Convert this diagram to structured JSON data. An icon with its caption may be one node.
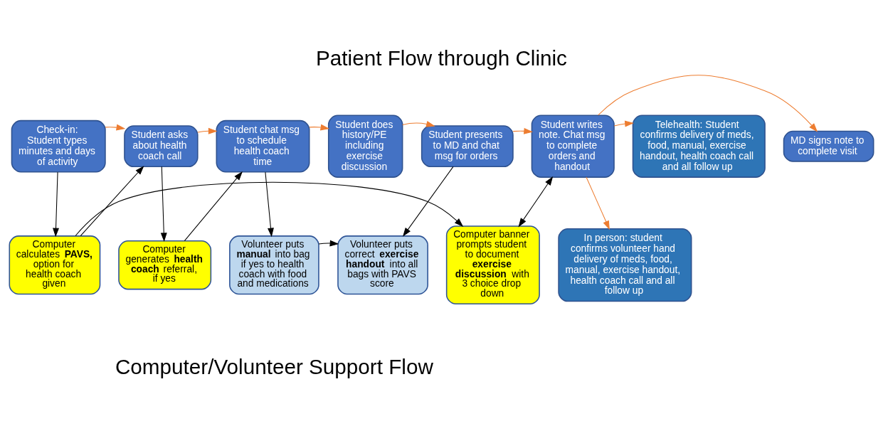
{
  "diagram": {
    "title": "Patient Flow through Clinic",
    "caption": "Computer/Volunteer Support Flow",
    "nodes": [
      {
        "text": [
          "Check-in: Student types minutes and days of activity"
        ]
      },
      {
        "text": [
          "Student asks about health coach call"
        ]
      },
      {
        "text": [
          "Student chat msg to schedule health coach time"
        ]
      },
      {
        "text": [
          "Student does history/PE including exercise discussion"
        ]
      },
      {
        "text": [
          "Student presents to MD and chat msg for orders"
        ]
      },
      {
        "text": [
          "Student writes note. Chat msg to complete orders and handout"
        ]
      },
      {
        "text": [
          "Telehealth: Student confirms delivery of meds, food, manual, exercise handout, health coach call and all follow up"
        ]
      },
      {
        "text": [
          "MD signs note to complete visit"
        ]
      },
      {
        "text": [
          "Computer calculates **PAVS,** option for health coach given"
        ]
      },
      {
        "text": [
          "Computer generates **health coach** referral, if yes"
        ]
      },
      {
        "text": [
          "Volunteer puts **manual** into bag if yes to health coach with food and medications"
        ]
      },
      {
        "text": [
          "Volunteer puts correct **exercise handout** into all bags with PAVS score"
        ]
      },
      {
        "text": [
          "Computer banner prompts student to document **exercise discussion** with 3 choice drop down"
        ]
      },
      {
        "text": [
          "In person: student confirms volunteer hand delivery of meds, food, manual, exercise handout, health coach call and all follow up"
        ]
      }
    ],
    "edges": [
      {
        "from": 0,
        "to": 1,
        "arrow": "to",
        "color": "#ed7d31"
      },
      {
        "from": 1,
        "to": 2,
        "arrow": "to",
        "color": "#ed7d31"
      },
      {
        "from": 2,
        "to": 3,
        "arrow": "to",
        "color": "#ed7d31"
      },
      {
        "from": 3,
        "to": 4,
        "arrow": "to",
        "color": "#ed7d31"
      },
      {
        "from": 4,
        "to": 5,
        "arrow": "to",
        "color": "#ed7d31"
      },
      {
        "from": 5,
        "to": 6,
        "arrow": "to",
        "color": "#ed7d31"
      },
      {
        "from": 5,
        "to": 7,
        "arrow": "to",
        "color": "#ed7d31"
      },
      {
        "from": 5,
        "to": 13,
        "arrow": "to",
        "color": "#ed7d31"
      },
      {
        "from": 0,
        "to": 8,
        "arrow": "to"
      },
      {
        "from": 8,
        "to": 1,
        "arrow": "to"
      },
      {
        "from": 1,
        "to": 9,
        "arrow": "to"
      },
      {
        "from": 9,
        "to": 2,
        "arrow": "to"
      },
      {
        "from": 2,
        "to": 10,
        "arrow": "to"
      },
      {
        "from": 10,
        "to": 11,
        "arrow": "to"
      },
      {
        "from": 4,
        "to": 11,
        "arrow": "to"
      },
      {
        "from": 5,
        "to": 12,
        "arrow": "both"
      },
      {
        "from": 8,
        "to": 12,
        "arrow": "to"
      }
    ]
  }
}
